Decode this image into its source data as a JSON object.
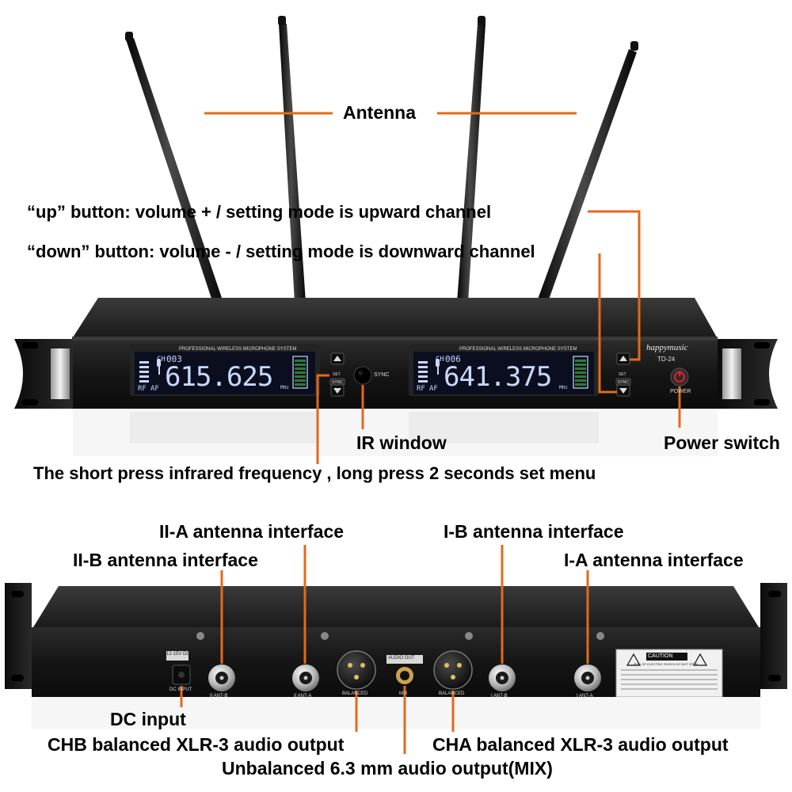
{
  "colors": {
    "leader": "#e26a1c",
    "chassis": "#1a1a1a",
    "lcd": "#0a0e1e",
    "power_led": "#e0202a"
  },
  "front_panel": {
    "display_caption": "PROFESSIONAL WIRELESS MICROPHONE SYSTEM",
    "brand": "happymusic",
    "model": "TD-24",
    "power_label": "POWER",
    "sync_label": "SYNC",
    "set_label": "SET",
    "sync_small": "SYNC",
    "rf_label": "RF",
    "af_label": "AF",
    "unit_label": "MHz",
    "channel_a": {
      "ch": "CH",
      "ch_number": "003",
      "frequency": "615.625"
    },
    "channel_b": {
      "ch": "CH",
      "ch_number": "006",
      "frequency": "641.375"
    }
  },
  "rear_panel": {
    "dc_voltage": "12-15V DC",
    "dc_input": "DC INPUT",
    "ant_iib": "II ANT-B",
    "ant_iia": "II ANT-A",
    "balanced_b": "BALANCED",
    "audio_out": "AUDIO OUT",
    "mix": "MIX",
    "balanced_a": "BALANCED",
    "ant_ib": "I ANT-B",
    "ant_ia": "I ANT-A",
    "caution_title": "CAUTION",
    "caution_sub": "RISK OF ELECTRIC SHOCK DO NOT OPEN"
  },
  "labels": {
    "antenna": "Antenna",
    "up_button": "“up”   button: volume + / setting mode is upward channel",
    "down_button": "“down”   button: volume - / setting mode is downward channel",
    "ir_window": "IR window",
    "power_switch": "Power switch",
    "short_press": "The short press  infrared frequency , long press 2 seconds set menu",
    "iia_antenna": "II-A antenna interface",
    "ib_antenna": "I-B antenna interface",
    "iib_antenna": "II-B antenna interface",
    "ia_antenna": "I-A antenna interface",
    "dc_input": "DC input",
    "chb_output": "CHB balanced XLR-3 audio output",
    "cha_output": "CHA balanced XLR-3 audio output",
    "mix_output": "Unbalanced 6.3 mm audio output(MIX)"
  }
}
